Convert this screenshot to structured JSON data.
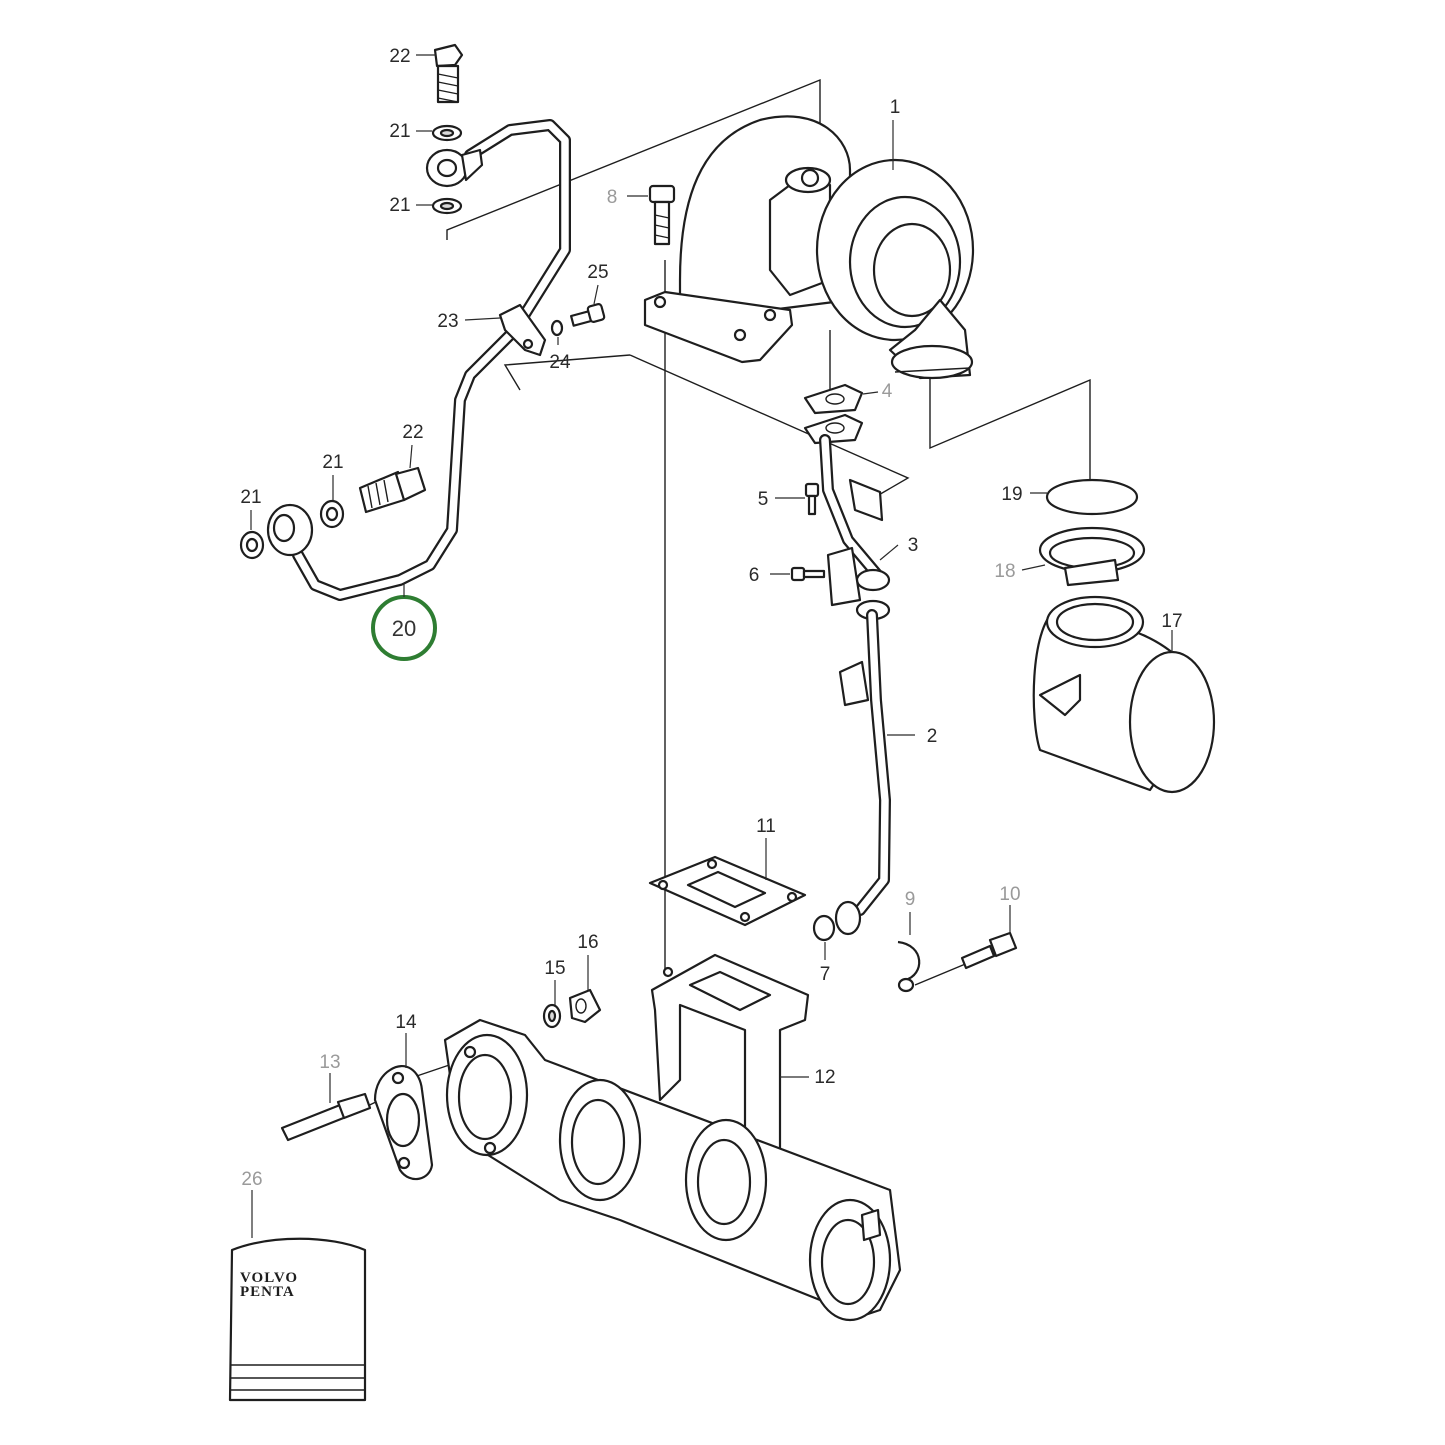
{
  "diagram": {
    "callouts": [
      {
        "num": "1"
      },
      {
        "num": "2"
      },
      {
        "num": "3"
      },
      {
        "num": "4"
      },
      {
        "num": "5"
      },
      {
        "num": "6"
      },
      {
        "num": "7"
      },
      {
        "num": "8"
      },
      {
        "num": "9"
      },
      {
        "num": "10"
      },
      {
        "num": "11"
      },
      {
        "num": "12"
      },
      {
        "num": "13"
      },
      {
        "num": "14"
      },
      {
        "num": "15"
      },
      {
        "num": "16"
      },
      {
        "num": "17"
      },
      {
        "num": "18"
      },
      {
        "num": "19"
      },
      {
        "num": "20"
      },
      {
        "num": "21"
      },
      {
        "num": "21"
      },
      {
        "num": "21"
      },
      {
        "num": "21"
      },
      {
        "num": "22"
      },
      {
        "num": "22"
      },
      {
        "num": "23"
      },
      {
        "num": "24"
      },
      {
        "num": "25"
      },
      {
        "num": "26"
      }
    ],
    "highlighted_part": "20",
    "highlight_color": "#2e7d32",
    "grey_label_color": "#9a9a9a",
    "package_brand_line1": "VOLVO",
    "package_brand_line2": "PENTA"
  }
}
